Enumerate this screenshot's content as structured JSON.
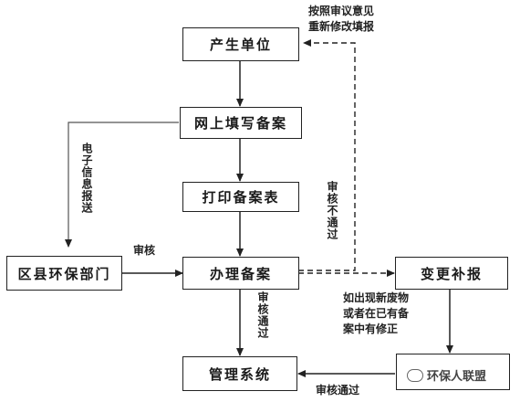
{
  "nodes": {
    "producer": "产生单位",
    "online_fill": "网上填写备案",
    "print_form": "打印备案表",
    "process_filing": "办理备案",
    "county_epb": "区县环保部门",
    "change_report": "变更补报",
    "mgmt_system": "管理系统",
    "county_review": "区县环保部门"
  },
  "labels": {
    "resubmit_line1": "按照审议意见",
    "resubmit_line2": "重新修改填报",
    "electronic_info": "电子信息报送",
    "review_left": "审核",
    "review_pass_down": "审核通过",
    "review_fail": "审核不通过",
    "new_waste_line1": "如出现新废物",
    "new_waste_line2": "或者在已有备",
    "new_waste_line3": "案中有修正",
    "review_pass_bottom": "审核通过"
  },
  "watermark": "环保人联盟"
}
